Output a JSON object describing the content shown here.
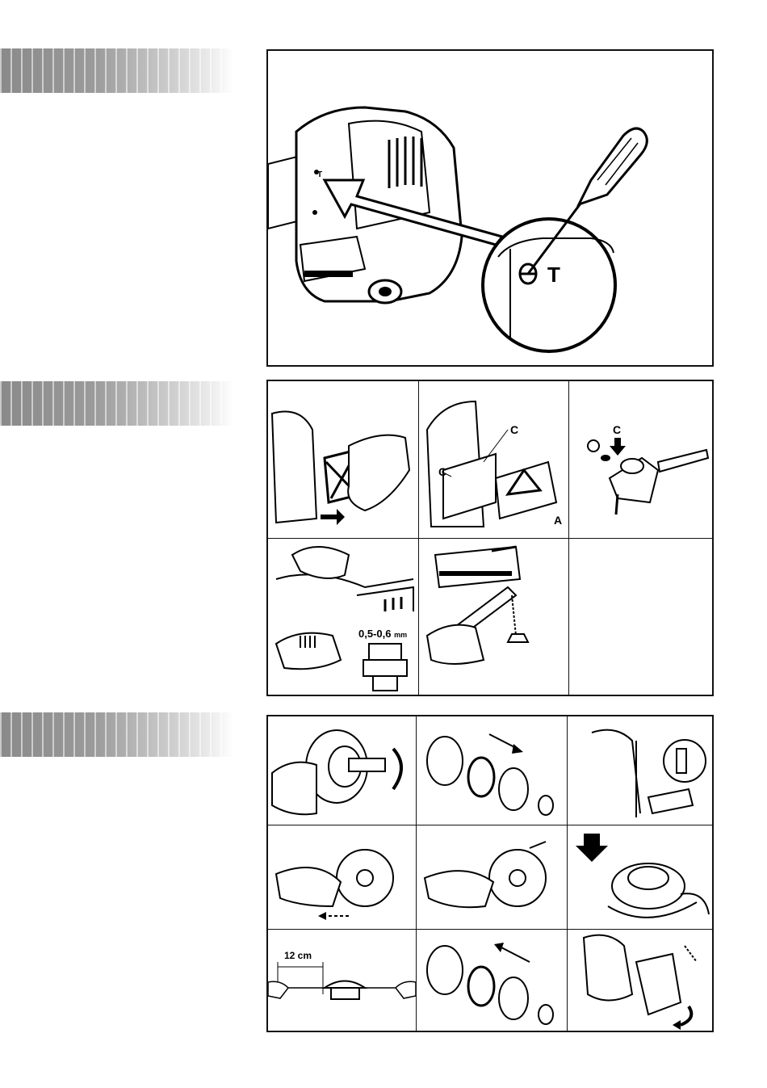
{
  "top_figure": {
    "callout_letter": "T",
    "screw_label": "T"
  },
  "middle_figure": {
    "label_c_1": "C",
    "label_c_2": "C",
    "label_a": "A",
    "label_c_3": "C",
    "gap_measure": "0,5-0,6",
    "gap_unit": "mm"
  },
  "bottom_figure": {
    "length_label": "12 cm"
  }
}
